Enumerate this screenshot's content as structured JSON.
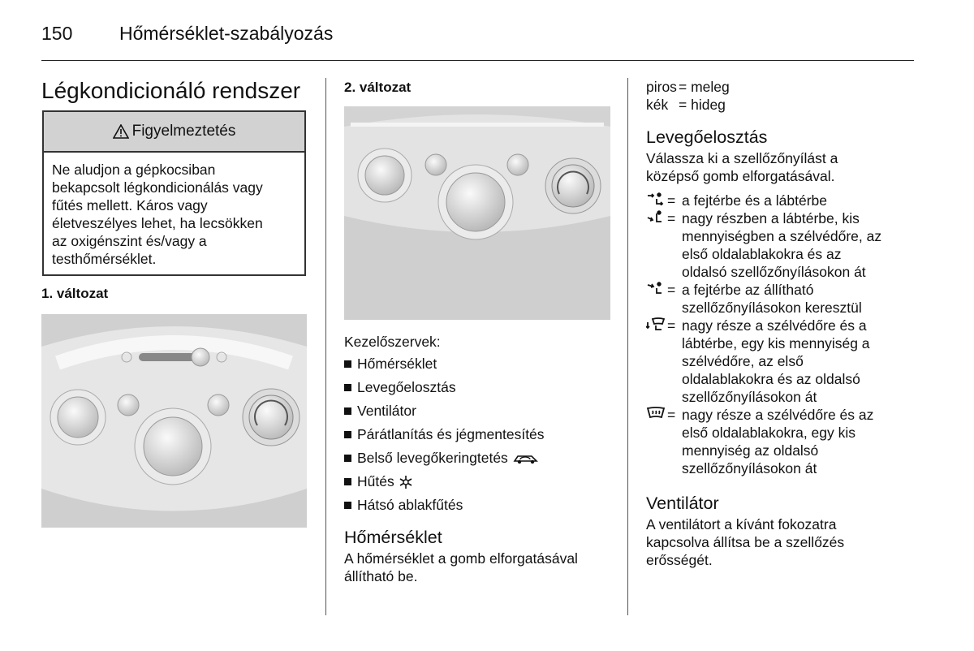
{
  "header": {
    "page_number": "150",
    "chapter": "Hőmérséklet-szabályozás"
  },
  "left": {
    "title": "Légkondicionáló rendszer",
    "warning": {
      "title": "Figyelmeztetés",
      "text_lines": [
        "Ne aludjon a gépkocsiban",
        "bekapcsolt légkondicionálás vagy",
        "fűtés mellett. Káros vagy",
        "életveszélyes lehet, ha lecsökken",
        "az oxigénszint és/vagy a",
        "testhőmérséklet."
      ]
    },
    "variant1_label": "1. változat"
  },
  "middle": {
    "variant2_label": "2. változat",
    "controls_label": "Kezelőszervek:",
    "controls": [
      "Hőmérséklet",
      "Levegőelosztás",
      "Ventilátor",
      "Párátlanítás és jégmentesítés",
      "Belső levegőkeringtetés",
      "Hűtés",
      "Hátsó ablakfűtés"
    ],
    "temp_heading": "Hőmérséklet",
    "temp_lines": [
      "A hőmérséklet a gomb elforgatásával",
      "állítható be."
    ]
  },
  "right": {
    "color_legend": [
      {
        "color": "piros",
        "meaning": "meleg"
      },
      {
        "color": "kék",
        "meaning": "hideg"
      }
    ],
    "distribution_heading": "Levegőelosztás",
    "distribution_intro_lines": [
      "Válassza ki a szellőzőnyílást a",
      "középső gomb elforgatásával."
    ],
    "distribution_items": [
      {
        "icon": "head-and-foot-icon",
        "lines": [
          "a fejtérbe és a lábtérbe"
        ]
      },
      {
        "icon": "foot-icon",
        "lines": [
          "nagy részben a lábtérbe, kis",
          "mennyiségben a szélvédőre, az",
          "első oldalablakokra és az",
          "oldalsó szellőzőnyílásokon át"
        ]
      },
      {
        "icon": "head-icon",
        "lines": [
          "a fejtérbe az állítható",
          "szellőzőnyílásokon keresztül"
        ]
      },
      {
        "icon": "foot-and-windscreen-icon",
        "lines": [
          "nagy része a szélvédőre és a",
          "lábtérbe, egy kis mennyiség a",
          "szélvédőre, az első",
          "oldalablakokra és az oldalsó",
          "szellőzőnyílásokon át"
        ]
      },
      {
        "icon": "windscreen-icon",
        "lines": [
          "nagy része a szélvédőre és az",
          "első oldalablakokra, egy kis",
          "mennyiség az oldalsó",
          "szellőzőnyílásokon át"
        ]
      }
    ],
    "fan_heading": "Ventilátor",
    "fan_lines": [
      "A ventilátort a kívánt fokozatra",
      "kapcsolva állítsa be a szellőzés",
      "erősségét."
    ]
  }
}
